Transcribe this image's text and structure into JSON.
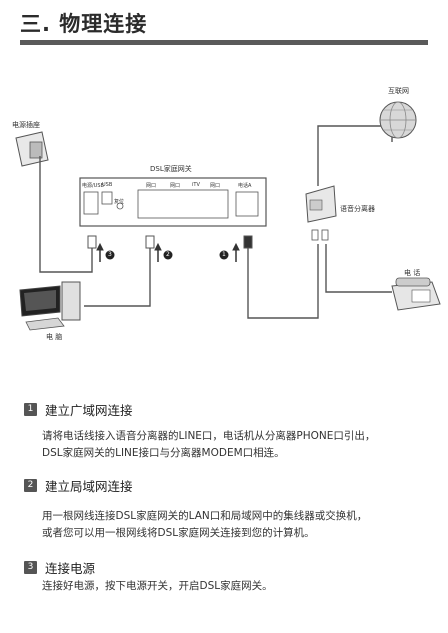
{
  "page": {
    "title": "三. 物理连接"
  },
  "diagram": {
    "labels": {
      "power_outlet": "电源插座",
      "internet": "互联网",
      "gateway": "DSL家庭网关",
      "splitter": "语音分离器",
      "phone": "电 话",
      "computer": "电 脑"
    },
    "device_ports": {
      "power": "电源/USB",
      "usb": "USB",
      "reset": "复位",
      "lan1": "网口",
      "lan2": "网口",
      "itv": "iTV",
      "lan3": "网口",
      "line": "电话A"
    },
    "steps": {
      "s1": "1",
      "s2": "2",
      "s3": "3"
    }
  },
  "sections": [
    {
      "number": "1",
      "heading": "建立广域网连接",
      "lines": [
        "请将电话线接入语音分离器的LINE口，电话机从分离器PHONE口引出，",
        "DSL家庭网关的LINE接口与分离器MODEM口相连。"
      ]
    },
    {
      "number": "2",
      "heading": "建立局域网连接",
      "lines": [
        "用一根网线连接DSL家庭网关的LAN口和局域网中的集线器或交换机，",
        "或者您可以用一根网线将DSL家庭网关连接到您的计算机。"
      ]
    },
    {
      "number": "3",
      "heading": "连接电源",
      "lines": [
        "连接好电源，按下电源开关，开启DSL家庭网关。"
      ]
    }
  ]
}
